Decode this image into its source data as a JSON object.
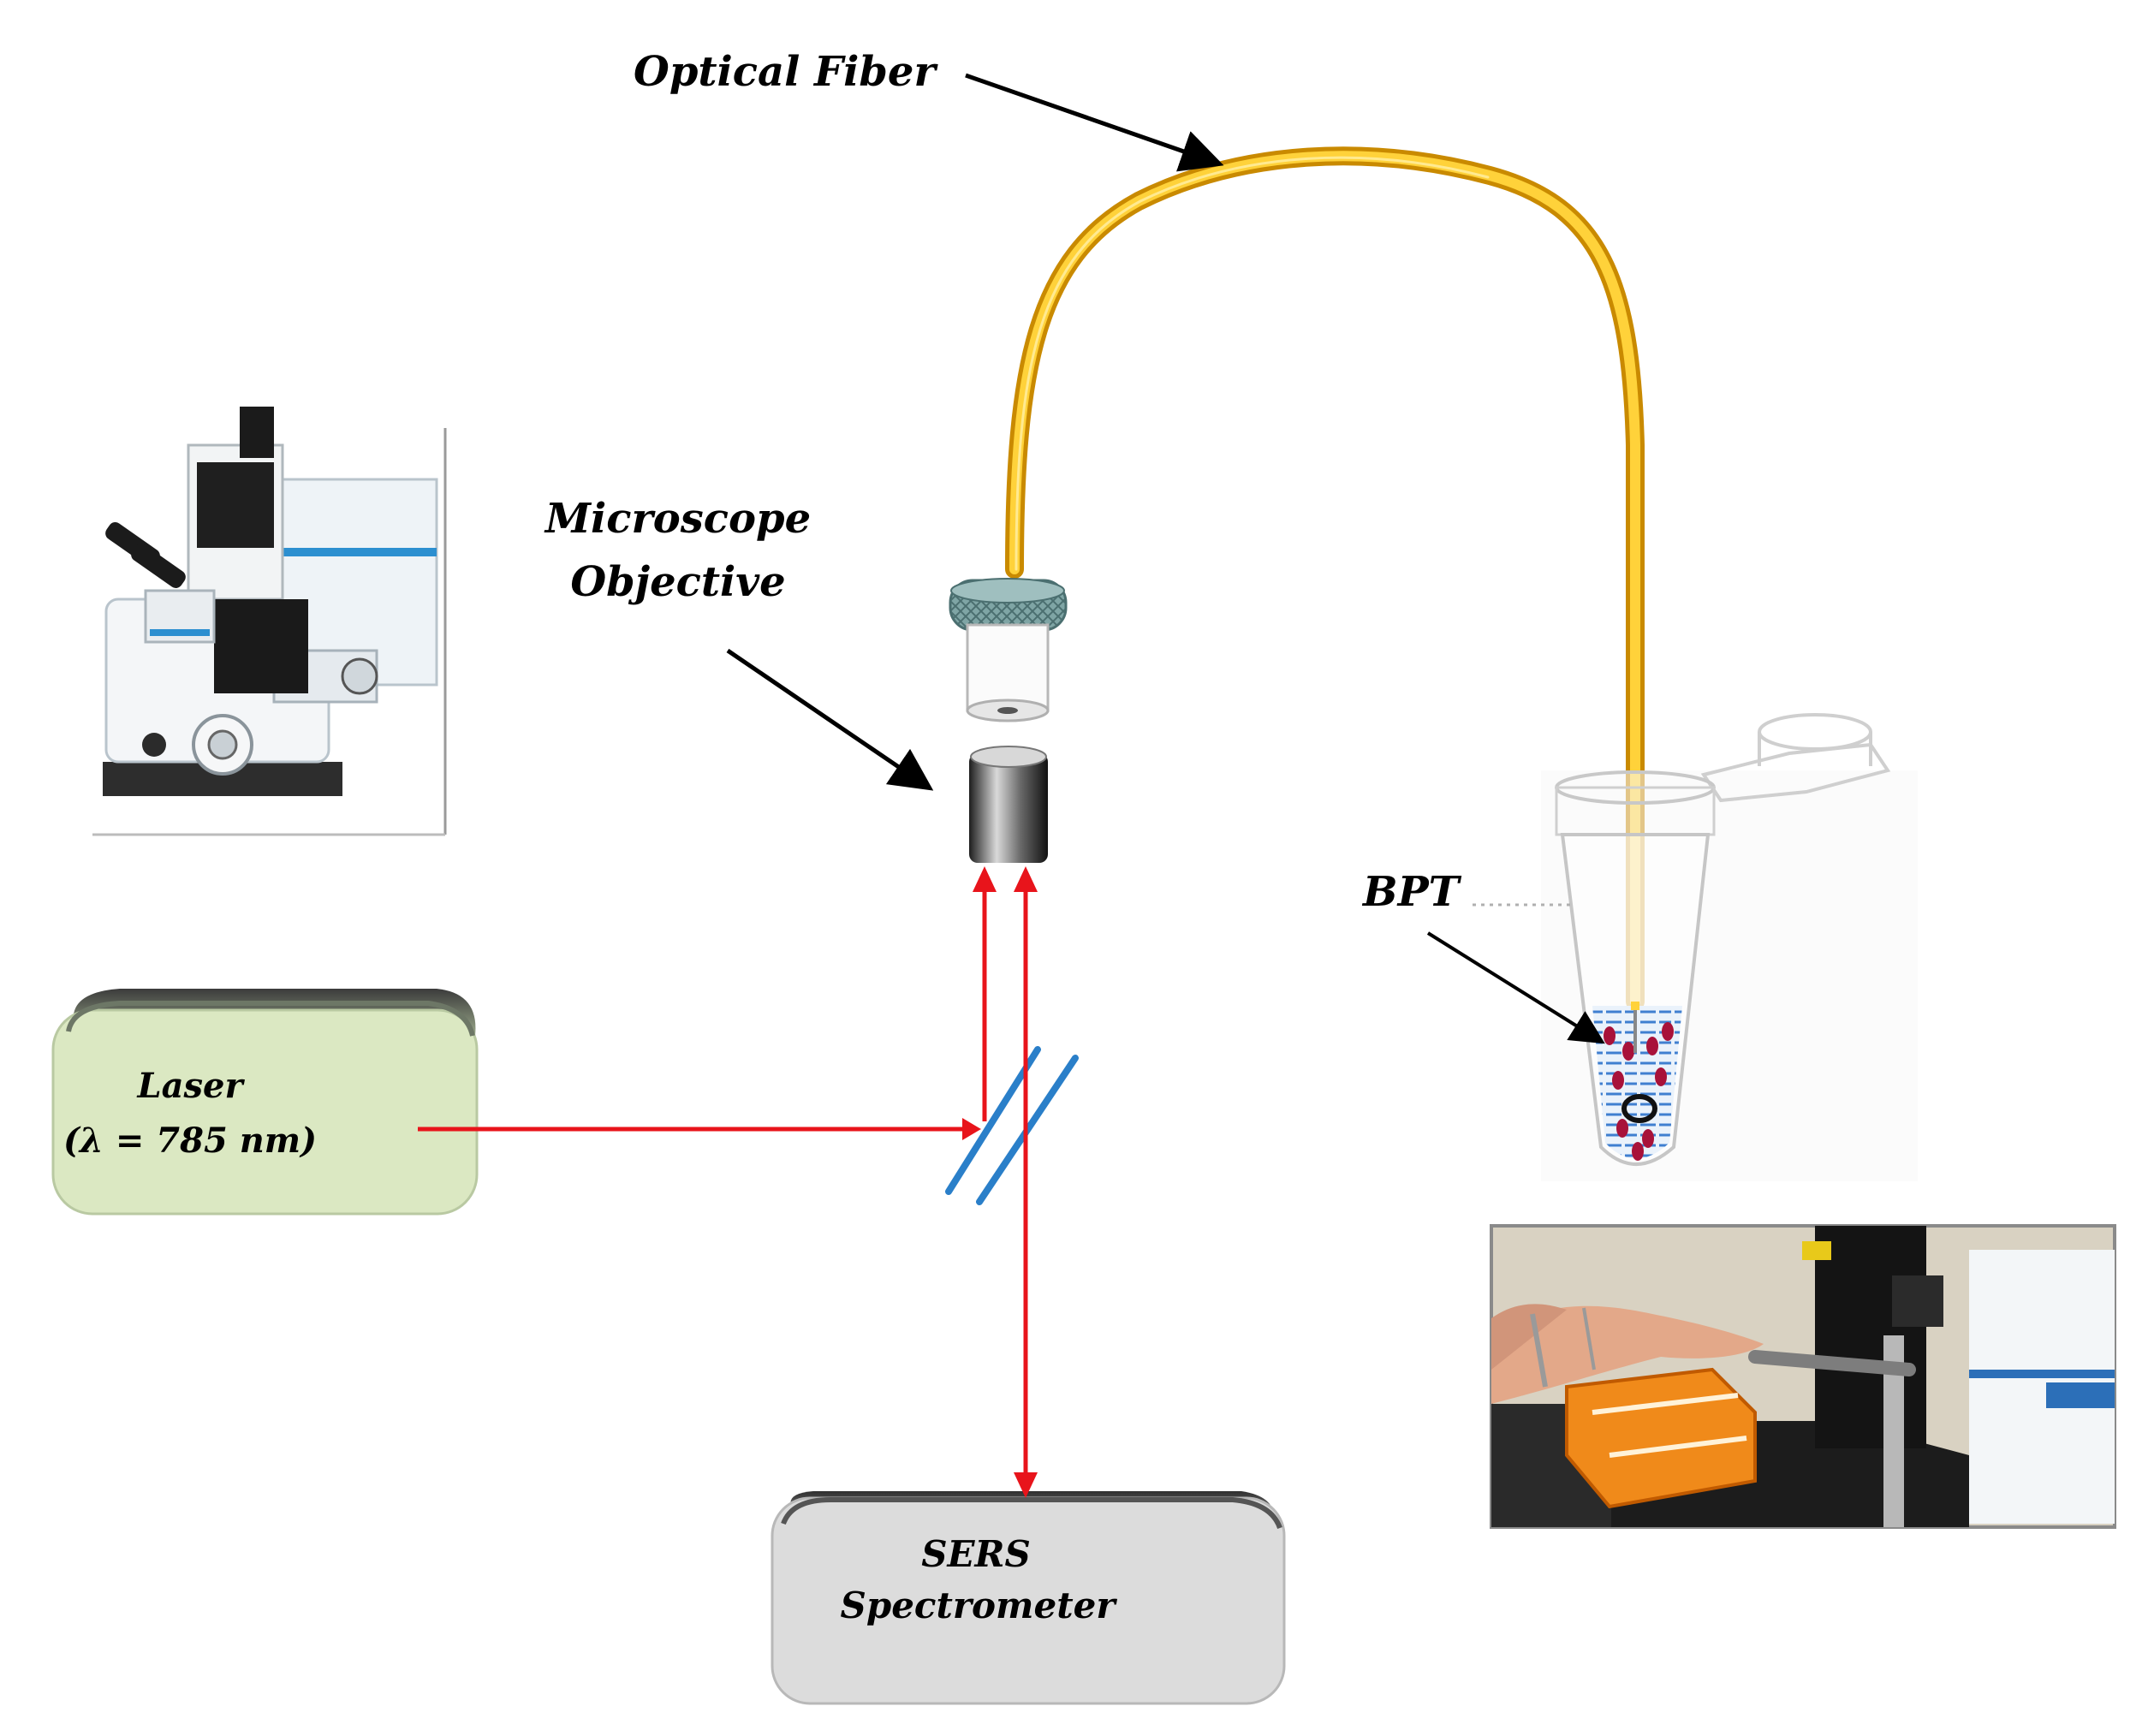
{
  "labels": {
    "optical_fiber": "Optical Fiber",
    "microscope_objective_line1": "Microscope",
    "microscope_objective_line2": "Objective",
    "laser_line1": "Laser",
    "laser_line2": "(λ = 785 nm)",
    "sers_line1": "SERS",
    "sers_line2": "Spectrometer",
    "bpt": "BPT"
  },
  "colors": {
    "fiber": "#f2b600",
    "beam": "#e8141b",
    "splitter": "#2a7fc9",
    "laser_box": "#dbe8c2",
    "spectrometer_box": "#dcdcdc",
    "tube_liquid": "#3f7fd0",
    "molecule": "#a8123a"
  }
}
